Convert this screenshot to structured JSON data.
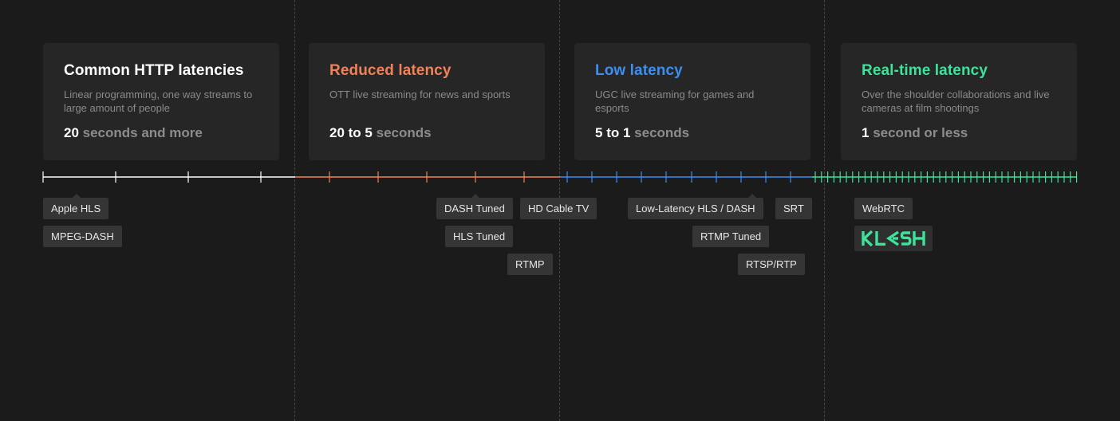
{
  "colors": {
    "common": "#ffffff",
    "reduced": "#f0825a",
    "low": "#3d8ef0",
    "realtime": "#3ee29a"
  },
  "tiers": [
    {
      "title": "Common HTTP latencies",
      "description": "Linear programming, one way streams to large amount of people",
      "value_number": "20",
      "value_rest": " seconds and more",
      "color": "#ffffff"
    },
    {
      "title": "Reduced latency",
      "description": "OTT live streaming for news and sports",
      "value_number": "20",
      "value_mid": " to ",
      "value_number2": "5",
      "value_rest": " seconds",
      "color": "#f0825a"
    },
    {
      "title": "Low latency",
      "description": "UGC live streaming for games and esports",
      "value_number": "5",
      "value_mid": " to ",
      "value_number2": "1",
      "value_rest": " seconds",
      "color": "#3d8ef0"
    },
    {
      "title": "Real-time latency",
      "description": "Over the shoulder collaborations and live cameras at film shootings",
      "value_number": "1",
      "value_rest": " second or less",
      "color": "#3ee29a"
    }
  ],
  "protocols": {
    "apple_hls": "Apple HLS",
    "mpeg_dash": "MPEG-DASH",
    "dash_tuned": "DASH Tuned",
    "hls_tuned": "HLS Tuned",
    "rtmp": "RTMP",
    "hd_cable_tv": "HD Cable TV",
    "ll_hls_dash": "Low-Latency HLS / DASH",
    "rtmp_tuned": "RTMP Tuned",
    "srt": "SRT",
    "rtsp_rtp": "RTSP/RTP",
    "webrtc": "WebRTC"
  },
  "logo": {
    "text": "KLASH",
    "color": "#3ee29a",
    "icon": "klash-logo"
  }
}
